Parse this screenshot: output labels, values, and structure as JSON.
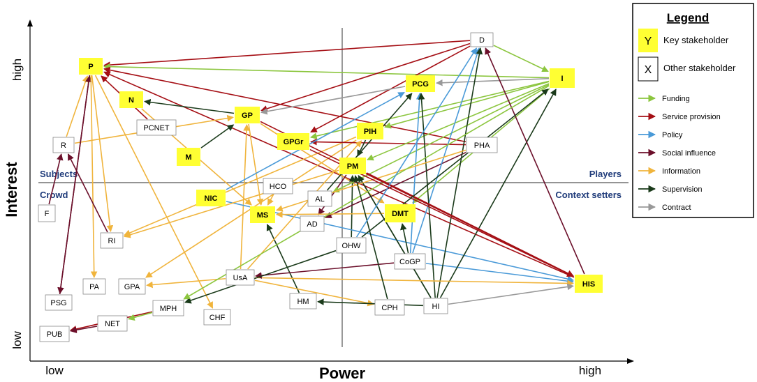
{
  "axes": {
    "x_title": "Power",
    "y_title": "Interest",
    "x_low": "low",
    "x_high": "high",
    "y_low": "low",
    "y_high": "high"
  },
  "quadrants": {
    "top_left": "Subjects",
    "bottom_left": "Crowd",
    "top_right": "Players",
    "bottom_right": "Context setters"
  },
  "legend": {
    "title": "Legend",
    "key_symbol": "Y",
    "key_label": "Key stakeholder",
    "other_symbol": "X",
    "other_label": "Other stakeholder",
    "items": [
      {
        "label": "Funding",
        "color": "#8cc63f"
      },
      {
        "label": "Service provision",
        "color": "#a50f15"
      },
      {
        "label": "Policy",
        "color": "#4a9ad8"
      },
      {
        "label": "Social influence",
        "color": "#6b0f2a"
      },
      {
        "label": "Information",
        "color": "#f0b43c"
      },
      {
        "label": "Supervision",
        "color": "#1a3a1a"
      },
      {
        "label": "Contract",
        "color": "#999999"
      }
    ]
  },
  "colors": {
    "key_fill": "#ffff33",
    "other_fill": "#ffffff",
    "axis": "#000000",
    "divider": "#555555"
  },
  "nodes": [
    {
      "id": "P",
      "label": "P",
      "key": true
    },
    {
      "id": "N",
      "label": "N",
      "key": true
    },
    {
      "id": "GP",
      "label": "GP",
      "key": true
    },
    {
      "id": "M",
      "label": "M",
      "key": true
    },
    {
      "id": "GPGr",
      "label": "GPGr",
      "key": true
    },
    {
      "id": "PIH",
      "label": "PIH",
      "key": true
    },
    {
      "id": "PM",
      "label": "PM",
      "key": true
    },
    {
      "id": "NIC",
      "label": "NIC",
      "key": true
    },
    {
      "id": "MS",
      "label": "MS",
      "key": true
    },
    {
      "id": "DMT",
      "label": "DMT",
      "key": true
    },
    {
      "id": "PCG",
      "label": "PCG",
      "key": true
    },
    {
      "id": "I",
      "label": "I",
      "key": true
    },
    {
      "id": "HIS",
      "label": "HIS",
      "key": true
    },
    {
      "id": "D",
      "label": "D",
      "key": false
    },
    {
      "id": "R",
      "label": "R",
      "key": false
    },
    {
      "id": "PCNET",
      "label": "PCNET",
      "key": false
    },
    {
      "id": "F",
      "label": "F",
      "key": false
    },
    {
      "id": "HCO",
      "label": "HCO",
      "key": false
    },
    {
      "id": "AL",
      "label": "AL",
      "key": false
    },
    {
      "id": "AD",
      "label": "AD",
      "key": false
    },
    {
      "id": "PHA",
      "label": "PHA",
      "key": false
    },
    {
      "id": "RI",
      "label": "RI",
      "key": false
    },
    {
      "id": "OHW",
      "label": "OHW",
      "key": false
    },
    {
      "id": "CoGP",
      "label": "CoGP",
      "key": false
    },
    {
      "id": "PA",
      "label": "PA",
      "key": false
    },
    {
      "id": "GPA",
      "label": "GPA",
      "key": false
    },
    {
      "id": "UsA",
      "label": "UsA",
      "key": false
    },
    {
      "id": "PSG",
      "label": "PSG",
      "key": false
    },
    {
      "id": "MPH",
      "label": "MPH",
      "key": false
    },
    {
      "id": "HM",
      "label": "HM",
      "key": false
    },
    {
      "id": "CPH",
      "label": "CPH",
      "key": false
    },
    {
      "id": "HI",
      "label": "HI",
      "key": false
    },
    {
      "id": "NET",
      "label": "NET",
      "key": false
    },
    {
      "id": "CHF",
      "label": "CHF",
      "key": false
    },
    {
      "id": "PUB",
      "label": "PUB",
      "key": false
    }
  ],
  "edges": [
    {
      "from": "D",
      "to": "P",
      "type": "Service provision"
    },
    {
      "from": "I",
      "to": "P",
      "type": "Funding"
    },
    {
      "from": "I",
      "to": "PCG",
      "type": "Contract"
    },
    {
      "from": "PHA",
      "to": "P",
      "type": "Service provision"
    },
    {
      "from": "HIS",
      "to": "P",
      "type": "Service provision"
    },
    {
      "from": "R",
      "to": "P",
      "type": "Information"
    },
    {
      "from": "PSG",
      "to": "P",
      "type": "Social influence"
    },
    {
      "from": "P",
      "to": "PA",
      "type": "Information"
    },
    {
      "from": "P",
      "to": "CHF",
      "type": "Information"
    },
    {
      "from": "P",
      "to": "RI",
      "type": "Information"
    },
    {
      "from": "GP",
      "to": "N",
      "type": "Supervision"
    },
    {
      "from": "N",
      "to": "MS",
      "type": "Information"
    },
    {
      "from": "PCNET",
      "to": "P",
      "type": "Service provision"
    },
    {
      "from": "R",
      "to": "GP",
      "type": "Information"
    },
    {
      "from": "M",
      "to": "GP",
      "type": "Supervision"
    },
    {
      "from": "D",
      "to": "GP",
      "type": "Service provision"
    },
    {
      "from": "D",
      "to": "GPGr",
      "type": "Service provision"
    },
    {
      "from": "I",
      "to": "GPGr",
      "type": "Funding"
    },
    {
      "from": "PCG",
      "to": "GP",
      "type": "Contract"
    },
    {
      "from": "GP",
      "to": "MS",
      "type": "Information"
    },
    {
      "from": "UsA",
      "to": "GP",
      "type": "Information"
    },
    {
      "from": "GP",
      "to": "DMT",
      "type": "Information"
    },
    {
      "from": "PIH",
      "to": "GPA",
      "type": "Information"
    },
    {
      "from": "PIH",
      "to": "RI",
      "type": "Information"
    },
    {
      "from": "I",
      "to": "PIH",
      "type": "Funding"
    },
    {
      "from": "PHA",
      "to": "GPGr",
      "type": "Service provision"
    },
    {
      "from": "HI",
      "to": "PM",
      "type": "Supervision"
    },
    {
      "from": "OHW",
      "to": "PM",
      "type": "Supervision"
    },
    {
      "from": "PM",
      "to": "AD",
      "type": "Social influence"
    },
    {
      "from": "I",
      "to": "PM",
      "type": "Funding"
    },
    {
      "from": "NIC",
      "to": "PCG",
      "type": "Policy"
    },
    {
      "from": "NIC",
      "to": "HIS",
      "type": "Policy"
    },
    {
      "from": "PM",
      "to": "RI",
      "type": "Information"
    },
    {
      "from": "AL",
      "to": "PCG",
      "type": "Supervision"
    },
    {
      "from": "I",
      "to": "AL",
      "type": "Funding"
    },
    {
      "from": "PHA",
      "to": "AD",
      "type": "Social influence"
    },
    {
      "from": "HM",
      "to": "MS",
      "type": "Supervision"
    },
    {
      "from": "HCO",
      "to": "MS",
      "type": "Information"
    },
    {
      "from": "DMT",
      "to": "MS",
      "type": "Information"
    },
    {
      "from": "I",
      "to": "DMT",
      "type": "Funding"
    },
    {
      "from": "CoGP",
      "to": "DMT",
      "type": "Supervision"
    },
    {
      "from": "CoGP",
      "to": "D",
      "type": "Policy"
    },
    {
      "from": "CoGP",
      "to": "HIS",
      "type": "Policy"
    },
    {
      "from": "CoGP",
      "to": "PCG",
      "type": "Policy"
    },
    {
      "from": "HI",
      "to": "D",
      "type": "Supervision"
    },
    {
      "from": "HI",
      "to": "I",
      "type": "Supervision"
    },
    {
      "from": "HI",
      "to": "PCG",
      "type": "Supervision"
    },
    {
      "from": "HI",
      "to": "PM",
      "type": "Supervision"
    },
    {
      "from": "HIS",
      "to": "D",
      "type": "Social influence"
    },
    {
      "from": "D",
      "to": "I",
      "type": "Funding"
    },
    {
      "from": "PHA",
      "to": "MS",
      "type": "Information"
    },
    {
      "from": "UsA",
      "to": "GPA",
      "type": "Information"
    },
    {
      "from": "UsA",
      "to": "PIH",
      "type": "Information"
    },
    {
      "from": "UsA",
      "to": "HIS",
      "type": "Information"
    },
    {
      "from": "UsA",
      "to": "CPH",
      "type": "Information"
    },
    {
      "from": "CoGP",
      "to": "UsA",
      "type": "Social influence"
    },
    {
      "from": "OHW",
      "to": "MPH",
      "type": "Supervision"
    },
    {
      "from": "I",
      "to": "MPH",
      "type": "Funding"
    },
    {
      "from": "MPH",
      "to": "PUB",
      "type": "Service provision"
    },
    {
      "from": "NET",
      "to": "PUB",
      "type": "Social influence"
    },
    {
      "from": "MPH",
      "to": "NET",
      "type": "Funding"
    },
    {
      "from": "HI",
      "to": "HM",
      "type": "Supervision"
    },
    {
      "from": "CPH",
      "to": "PM",
      "type": "Supervision"
    },
    {
      "from": "HI",
      "to": "HIS",
      "type": "Contract"
    },
    {
      "from": "P",
      "to": "PSG",
      "type": "Social influence"
    },
    {
      "from": "GP",
      "to": "HIS",
      "type": "Service provision"
    },
    {
      "from": "PM",
      "to": "HIS",
      "type": "Service provision"
    },
    {
      "from": "RI",
      "to": "R",
      "type": "Social influence"
    },
    {
      "from": "F",
      "to": "R",
      "type": "Social influence"
    },
    {
      "from": "PIH",
      "to": "PM",
      "type": "Supervision"
    },
    {
      "from": "OHW",
      "to": "D",
      "type": "Policy"
    },
    {
      "from": "GPGr",
      "to": "HIS",
      "type": "Service provision"
    },
    {
      "from": "OHW",
      "to": "I",
      "type": "Supervision"
    }
  ]
}
